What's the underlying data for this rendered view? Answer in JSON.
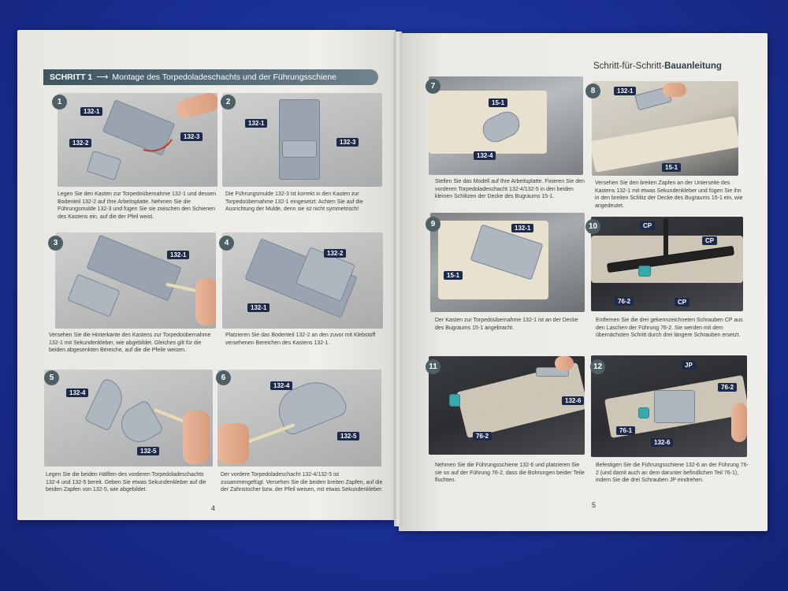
{
  "left_page": {
    "step_number": "SCHRITT 1",
    "step_title": "Montage des Torpedoladeschachts und der Führungsschiene",
    "page_number": "4",
    "panels": [
      {
        "num": "1",
        "labels": [
          "132-1",
          "132-3",
          "132-2"
        ],
        "caption": "Legen Sie den Kasten zur Torpedoübernahme 132-1 und dessen Bodenteil 132-2 auf Ihre Arbeitsplatte. Nehmen Sie die Führungsmulde 132-3 und fügen Sie sie zwischen den Schienen des Kastens ein, auf die der Pfeil weist."
      },
      {
        "num": "2",
        "labels": [
          "132-1",
          "132-3"
        ],
        "caption": "Die Führungsmulde 132-3 ist korrekt in den Kasten zur Torpedoübernahme 132-1 eingesetzt: Achten Sie auf die Ausrichtung der Mulde, denn sie ist nicht symmetrisch!"
      },
      {
        "num": "3",
        "labels": [
          "132-1"
        ],
        "caption": "Versehen Sie die Hinterkante des Kastens zur Torpedoübernahme 132-1 mit Sekundenkleber, wie abgebildet. Gleiches gilt für die beiden abgesenkten Bereiche, auf die die Pfeile weisen."
      },
      {
        "num": "4",
        "labels": [
          "132-2",
          "132-1"
        ],
        "caption": "Platzieren Sie das Bodenteil 132-2 an den zuvor mit Klebstoff versehenen Bereichen des Kastens 132-1."
      },
      {
        "num": "5",
        "labels": [
          "132-4",
          "132-5"
        ],
        "caption": "Legen Sie die beiden Hälften des vorderen Torpedoladeschachts 132-4 und 132-5 bereit. Geben Sie etwas Sekundenkleber auf die beiden Zapfen von 132-5, wie abgebildet."
      },
      {
        "num": "6",
        "labels": [
          "132-4",
          "132-5"
        ],
        "caption": "Der vordere Torpedoladeschacht 132-4/132-5 ist zusammengefügt. Versehen Sie die beiden breiten Zapfen, auf die der Zahnstocher bzw. der Pfeil weisen, mit etwas Sekundenkleber."
      }
    ]
  },
  "right_page": {
    "header_prefix": "Schritt-für-Schritt-",
    "header_bold": "Bauanleitung",
    "page_number": "5",
    "panels": [
      {
        "num": "7",
        "labels": [
          "15-1",
          "132-4"
        ],
        "caption": "Stellen Sie das Modell auf Ihre Arbeitsplatte. Fixieren Sie den vorderen Torpedoladeschacht 132-4/132-5 in den beiden kleinen Schlitzen der Decke des Bugraums 15-1."
      },
      {
        "num": "8",
        "labels": [
          "132-1",
          "15-1"
        ],
        "caption": "Versehen Sie den breiten Zapfen an der Unterseite des Kastens 132-1 mit etwas Sekundenkleber und fügen Sie ihn in den breiten Schlitz der Decke des Bugraums 15-1 ein, wie angedeutet."
      },
      {
        "num": "9",
        "labels": [
          "132-1",
          "15-1"
        ],
        "caption": "Der Kasten zur Torpedoübernahme 132-1 ist an der Decke des Bugraums 15-1 angebracht."
      },
      {
        "num": "10",
        "labels": [
          "CP",
          "CP",
          "76-2",
          "CP"
        ],
        "caption": "Entfernen Sie die drei gekennzeichneten Schrauben CP aus den Laschen der Führung 76-2. Sie werden mit dem übernächsten Schritt durch drei längere Schrauben ersetzt."
      },
      {
        "num": "11",
        "labels": [
          "132-6",
          "76-2"
        ],
        "caption": "Nehmen Sie die Führungsschiene 132-6 und platzieren Sie sie so auf der Führung 76-2, dass die Bohrungen beider Teile fluchten."
      },
      {
        "num": "12",
        "labels": [
          "JP",
          "76-2",
          "76-1",
          "132-6"
        ],
        "caption": "Befestigen Sie die Führungsschiene 132-6 an der Führung 76-2 (und damit auch an dem darunter befindlichen Teil 76-1), indem Sie die drei Schrauben JP eindrehen."
      }
    ]
  }
}
